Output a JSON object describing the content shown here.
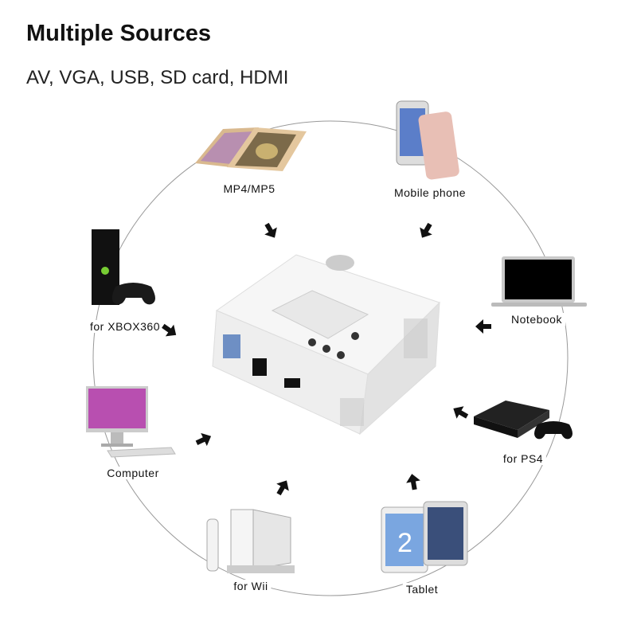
{
  "header": {
    "title": "Multiple Sources",
    "subtitle": "AV, VGA, USB, SD card, HDMI"
  },
  "sources": [
    {
      "label": "MP4/MP5",
      "icon": "media-player-icon"
    },
    {
      "label": "Mobile phone",
      "icon": "smartphone-icon"
    },
    {
      "label": "Notebook",
      "icon": "laptop-icon"
    },
    {
      "label": "for PS4",
      "icon": "game-console-icon"
    },
    {
      "label": "Tablet",
      "icon": "tablet-icon"
    },
    {
      "label": "for Wii",
      "icon": "wii-console-icon"
    },
    {
      "label": "Computer",
      "icon": "desktop-computer-icon"
    },
    {
      "label": "for XBOX360",
      "icon": "xbox-console-icon"
    }
  ],
  "center": {
    "icon": "mini-projector-icon"
  },
  "colors": {
    "ring": "#999999",
    "arrow": "#111111",
    "projector": "#f4f4f4"
  }
}
